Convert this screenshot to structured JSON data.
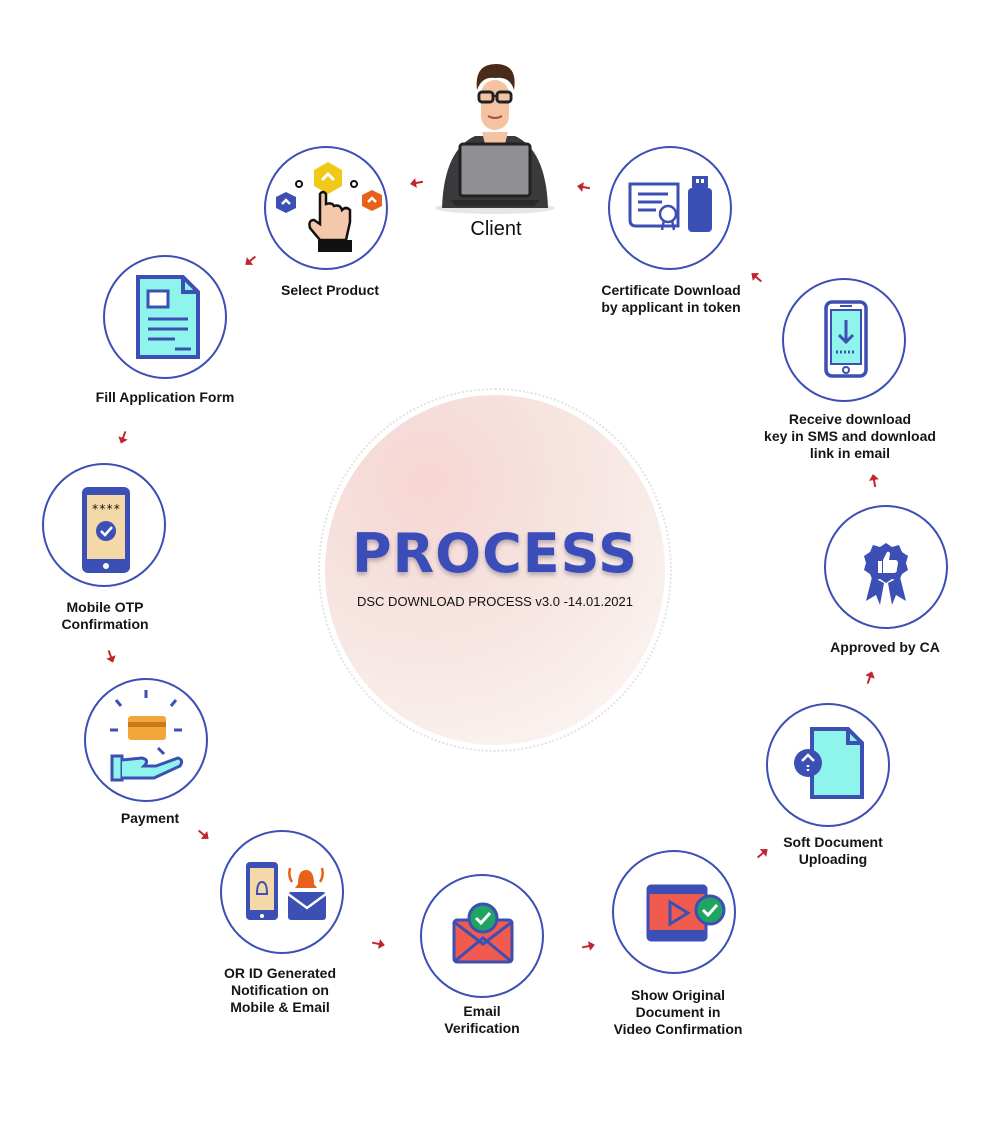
{
  "center": {
    "title": "PROCESS",
    "subtitle": "DSC DOWNLOAD PROCESS v3.0 -14.01.2021"
  },
  "client": {
    "label": "Client"
  },
  "steps": [
    {
      "label": "Select Product",
      "icon": "hand-pointer-icon"
    },
    {
      "label": "Fill Application Form",
      "icon": "document-form-icon"
    },
    {
      "label": "Mobile OTP\nConfirmation",
      "icon": "phone-otp-icon"
    },
    {
      "label": "Payment",
      "icon": "card-payment-icon"
    },
    {
      "label": "OR ID Generated\nNotification on\nMobile & Email",
      "icon": "phone-bell-mail-icon"
    },
    {
      "label": "Email\nVerification",
      "icon": "email-check-icon"
    },
    {
      "label": "Show Original\nDocument in\nVideo Confirmation",
      "icon": "video-check-icon"
    },
    {
      "label": "Soft Document\nUploading",
      "icon": "document-upload-icon"
    },
    {
      "label": "Approved by CA",
      "icon": "badge-thumbs-up-icon"
    },
    {
      "label": "Receive download\nkey in SMS and download\nlink in email",
      "icon": "phone-download-icon"
    },
    {
      "label": "Certificate Download\nby applicant in token",
      "icon": "certificate-token-icon"
    }
  ],
  "colors": {
    "primary": "#3c4fb4",
    "teal": "#8ff5ec",
    "arrow": "#c0262d",
    "orange": "#e85d10",
    "yellow": "#f0c818",
    "red": "#f05a4f",
    "green": "#1fa462"
  }
}
